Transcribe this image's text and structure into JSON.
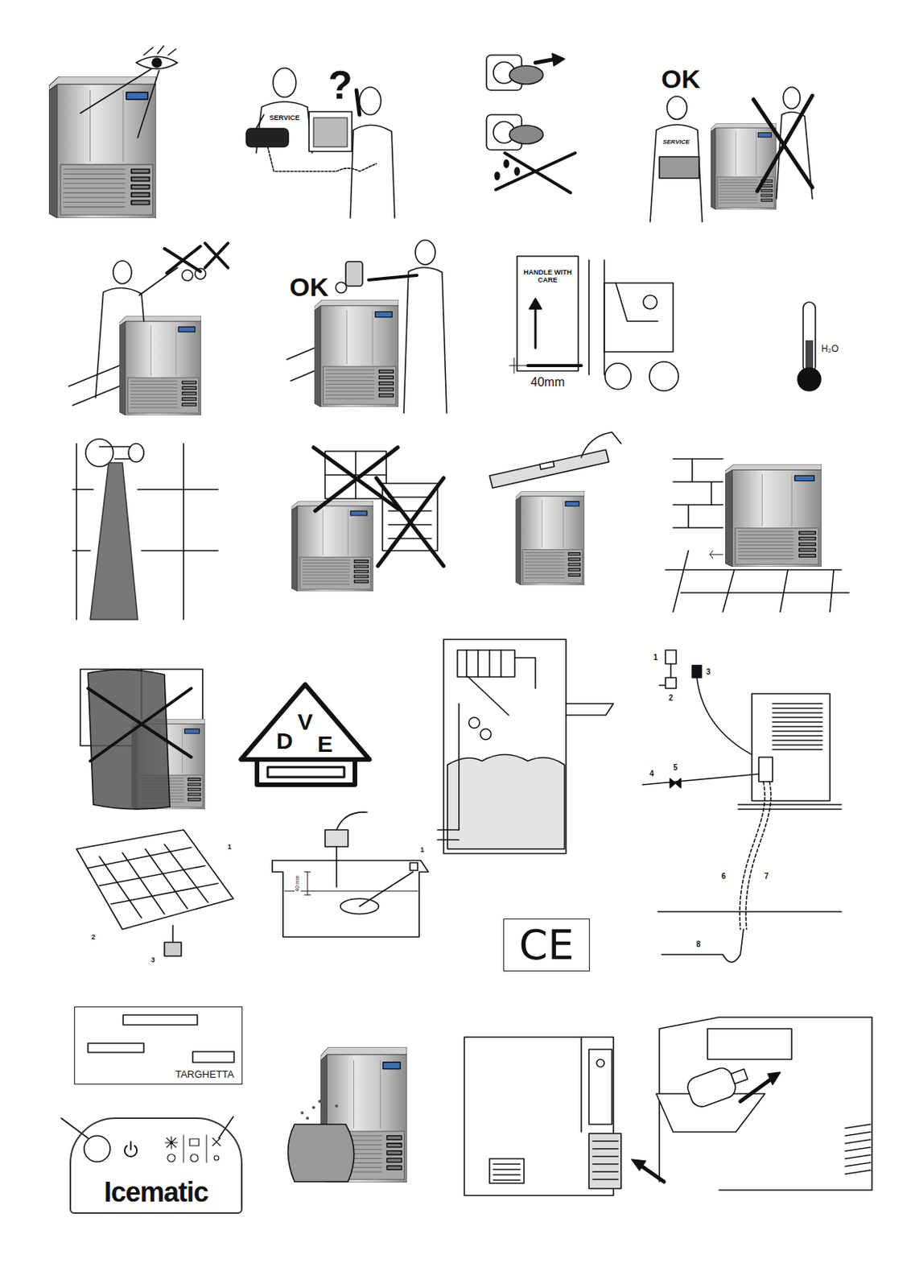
{
  "diagram": {
    "nodes": [
      {
        "text": [
          "TARGHETTA"
        ]
      },
      {
        "text": [
          "Icematic"
        ]
      },
      {
        "text": [
          "CE"
        ]
      }
    ],
    "labels": [
      "SERVICE",
      "?",
      "OK",
      "SERVICE",
      "OK",
      "HANDLE WITH CARE",
      "40mm",
      "H₂O",
      "V",
      "D",
      "E",
      "1",
      "2",
      "3",
      "4",
      "5",
      "6",
      "7",
      "8",
      "1",
      "2",
      "3",
      "1",
      "40 mm"
    ]
  }
}
